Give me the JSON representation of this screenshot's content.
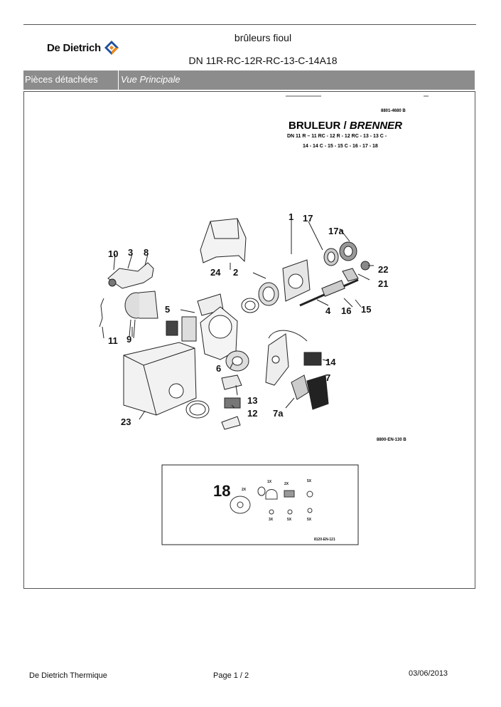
{
  "header": {
    "brand": "De Dietrich",
    "title_line1": "brûleurs fioul",
    "title_line2": "DN 11R-RC-12R-RC-13-C-14A18"
  },
  "bar": {
    "section": "Pièces détachées",
    "view": "Vue Principale"
  },
  "drawing": {
    "doc_ref": "8801-4680 B",
    "title_a": "BRULEUR / ",
    "title_b": "BRENNER",
    "models_line1": "DN 11 R  –  11 RC - 12 R - 12 RC - 13 - 13 C -",
    "models_line2": "14 - 14 C - 15 - 15 C - 16 - 17 - 18",
    "ref_main": "8800-EN-130 B",
    "ref_kit": "8120-EN-121",
    "parts": [
      "1",
      "17",
      "17a",
      "10",
      "3",
      "8",
      "24",
      "2",
      "22",
      "21",
      "5",
      "4",
      "16",
      "15",
      "9",
      "11",
      "14",
      "6",
      "7",
      "13",
      "12",
      "7a",
      "23"
    ],
    "kit": {
      "number": "18",
      "qty": [
        "2X",
        "1X",
        "2X",
        "5X",
        "3X",
        "5X",
        "5X"
      ]
    }
  },
  "footer": {
    "company": "De Dietrich Thermique",
    "page_label": "Page   1  /  2",
    "date": "03/06/2013"
  }
}
